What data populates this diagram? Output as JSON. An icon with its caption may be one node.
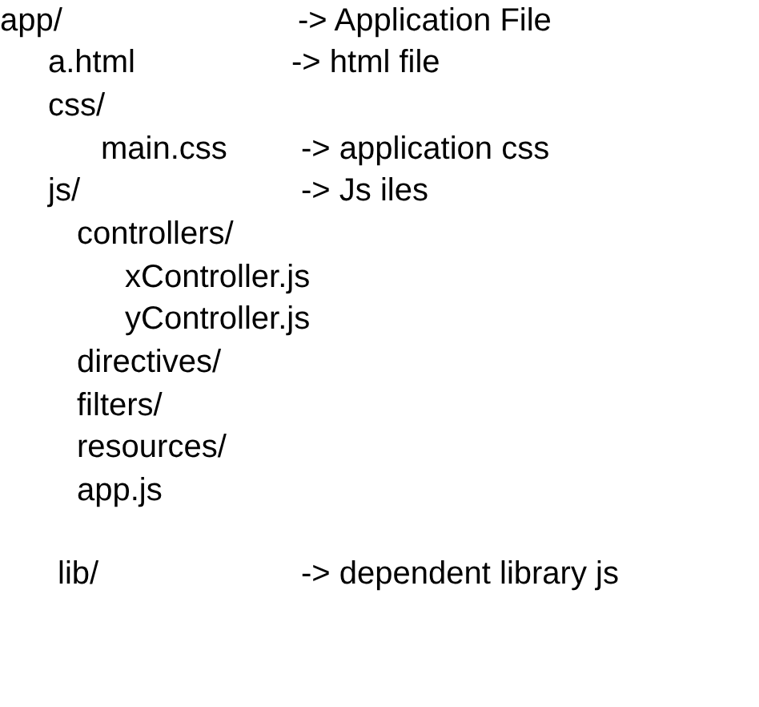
{
  "diagram": {
    "labels": [
      "app/",
      "-> Application File",
      "a.html",
      "-> html file",
      "css/",
      "main.css",
      "-> application css",
      "js/",
      "-> Js iles",
      "controllers/",
      "xController.js",
      "yController.js",
      "directives/",
      "filters/",
      "resources/",
      "app.js",
      "lib/",
      "-> dependent library js"
    ]
  }
}
